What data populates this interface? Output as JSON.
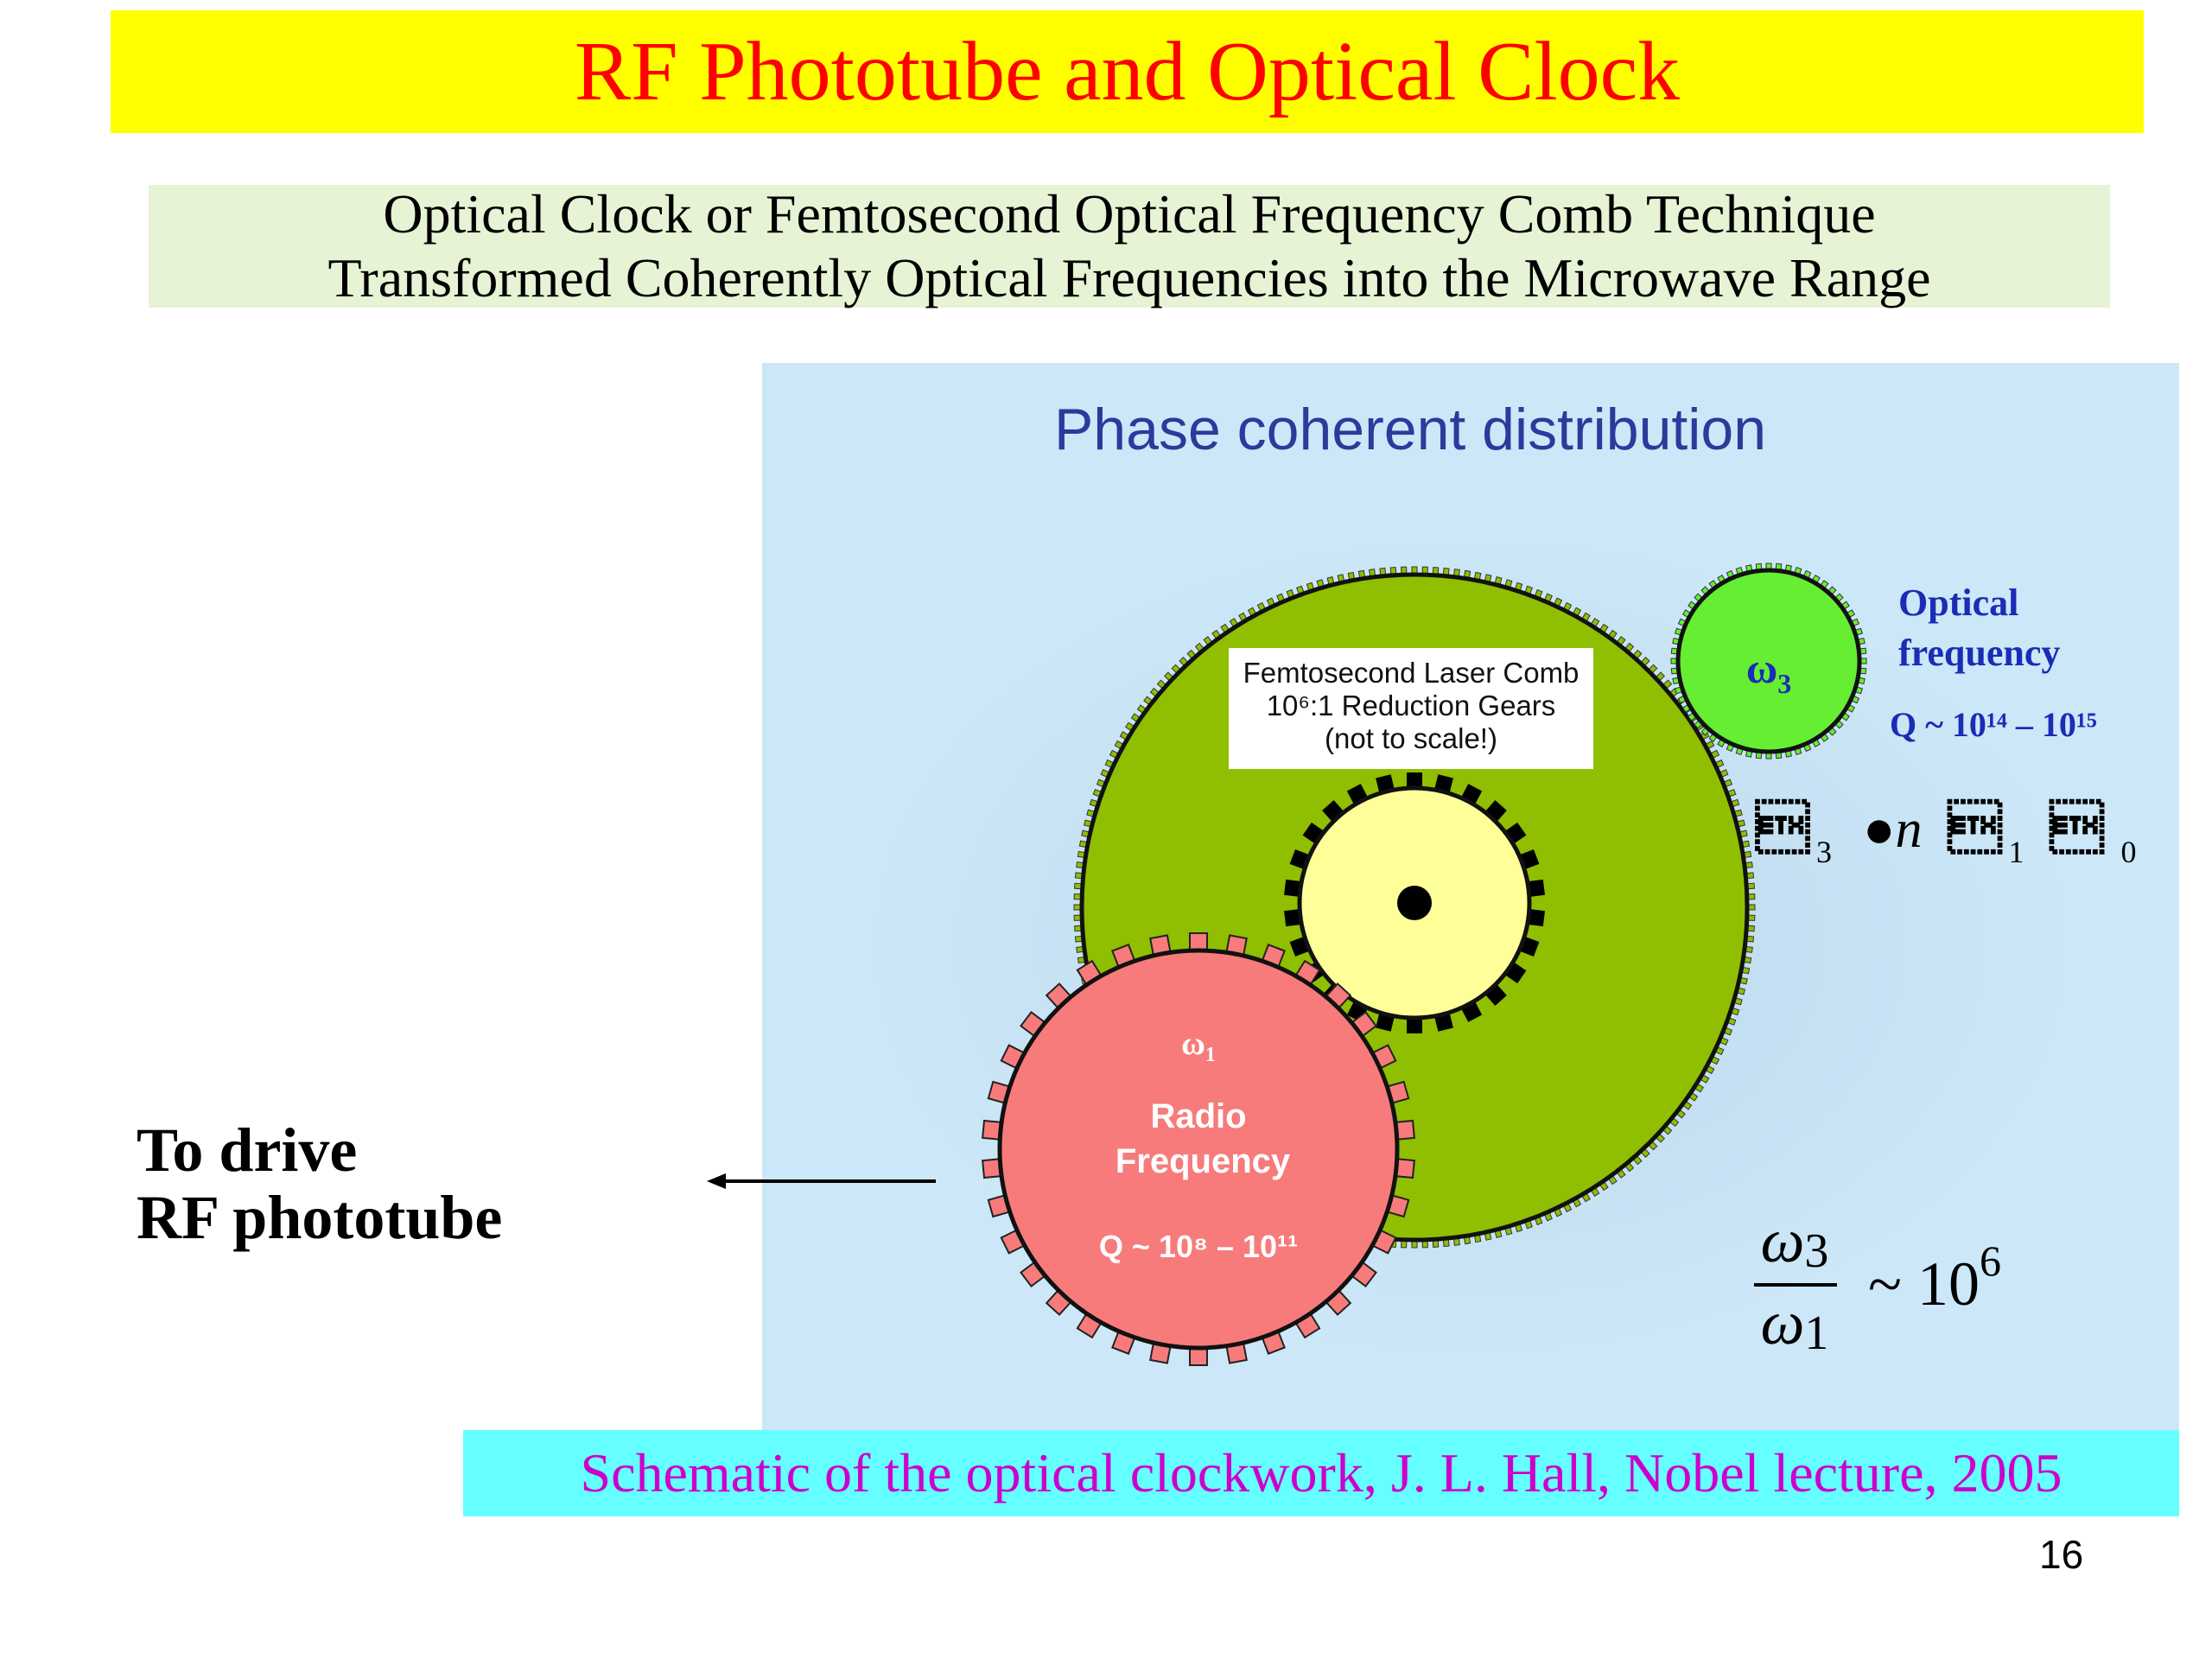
{
  "slide": {
    "title": "RF Phototube and Optical Clock",
    "subtitle_lines": [
      "Optical Clock or Femtosecond Optical Frequency Comb Technique",
      "Transformed Coherently Optical Frequencies into the Microwave Range"
    ],
    "drive_label_lines": [
      "To drive",
      "RF phototube"
    ],
    "caption": "Schematic of the optical clockwork, J. L. Hall, Nobel lecture, 2005",
    "page_number": "16"
  },
  "diagram": {
    "heading": "Phase coherent distribution",
    "comb_label_lines": [
      "Femtosecond Laser Comb",
      "10⁶:1 Reduction Gears",
      "(not to scale!)"
    ],
    "optical_gear": {
      "symbol": "ω",
      "subscript": "3",
      "label_lines": [
        "Optical",
        "frequency"
      ],
      "q_label": "Q ~ 10¹⁴ – 10¹⁵"
    },
    "rf_gear": {
      "symbol": "ω",
      "subscript": "1",
      "label_lines": [
        "Radio",
        "Frequency"
      ],
      "q_label": "Q ~ 10⁸ – 10¹¹"
    },
    "relation": {
      "parts": [
        "\u0003",
        "3",
        "●",
        "n",
        "\u0003",
        "1",
        "\u0003",
        "0"
      ]
    },
    "ratio": {
      "numerator_symbol": "ω",
      "numerator_sub": "3",
      "denominator_symbol": "ω",
      "denominator_sub": "1",
      "approx": "~ 10",
      "exponent": "6"
    }
  },
  "colors": {
    "title_bar": "#ffff00",
    "title_text": "#ff0000",
    "subtitle_bg": "#e6f3d4",
    "panel_bg": "#cce7f7",
    "heading": "#2b3a9b",
    "big_gear": "#8fbf00",
    "small_gear": "#ffff99",
    "optical_gear": "#66ee33",
    "rf_gear": "#f77b7b",
    "rf_teeth": "#f77b7b",
    "optical_label": "#1b2cb5",
    "caption_bg": "#66ffff",
    "caption_text": "#cc00cc"
  }
}
